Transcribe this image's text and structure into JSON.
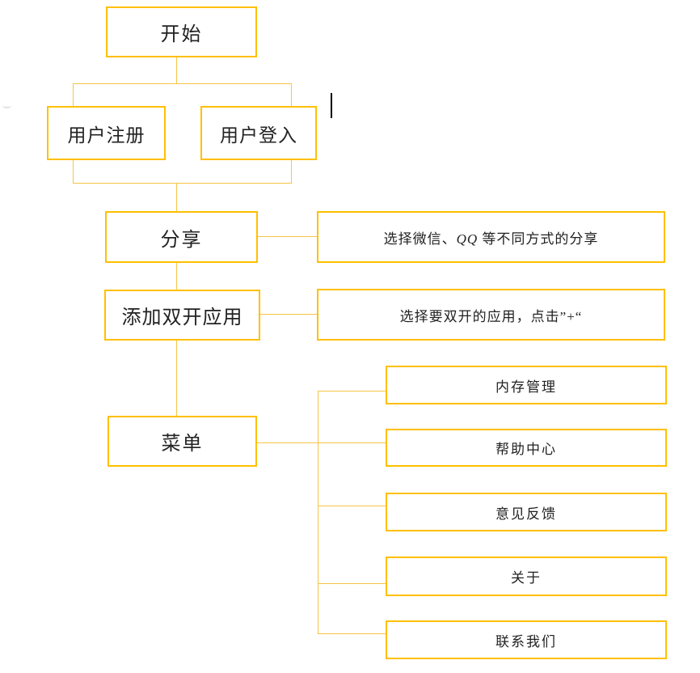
{
  "canvas": {
    "background": "#ffffff",
    "box_border_color": "#FFC000",
    "connector_color": "#F6C544",
    "text_color": "#222222"
  },
  "nodes": {
    "start": "开始",
    "register": "用户注册",
    "login": "用户登入",
    "share": "分享",
    "add_dual_app": "添加双开应用",
    "menu": "菜单"
  },
  "annotations": {
    "share_note_pre": "选择微信、",
    "share_note_italic": "QQ",
    "share_note_post": " 等不同方式的分享",
    "dual_note": "选择要双开的应用，点击”+“"
  },
  "menu_items": [
    "内存管理",
    "帮助中心",
    "意见反馈",
    "关于",
    "联系我们"
  ]
}
